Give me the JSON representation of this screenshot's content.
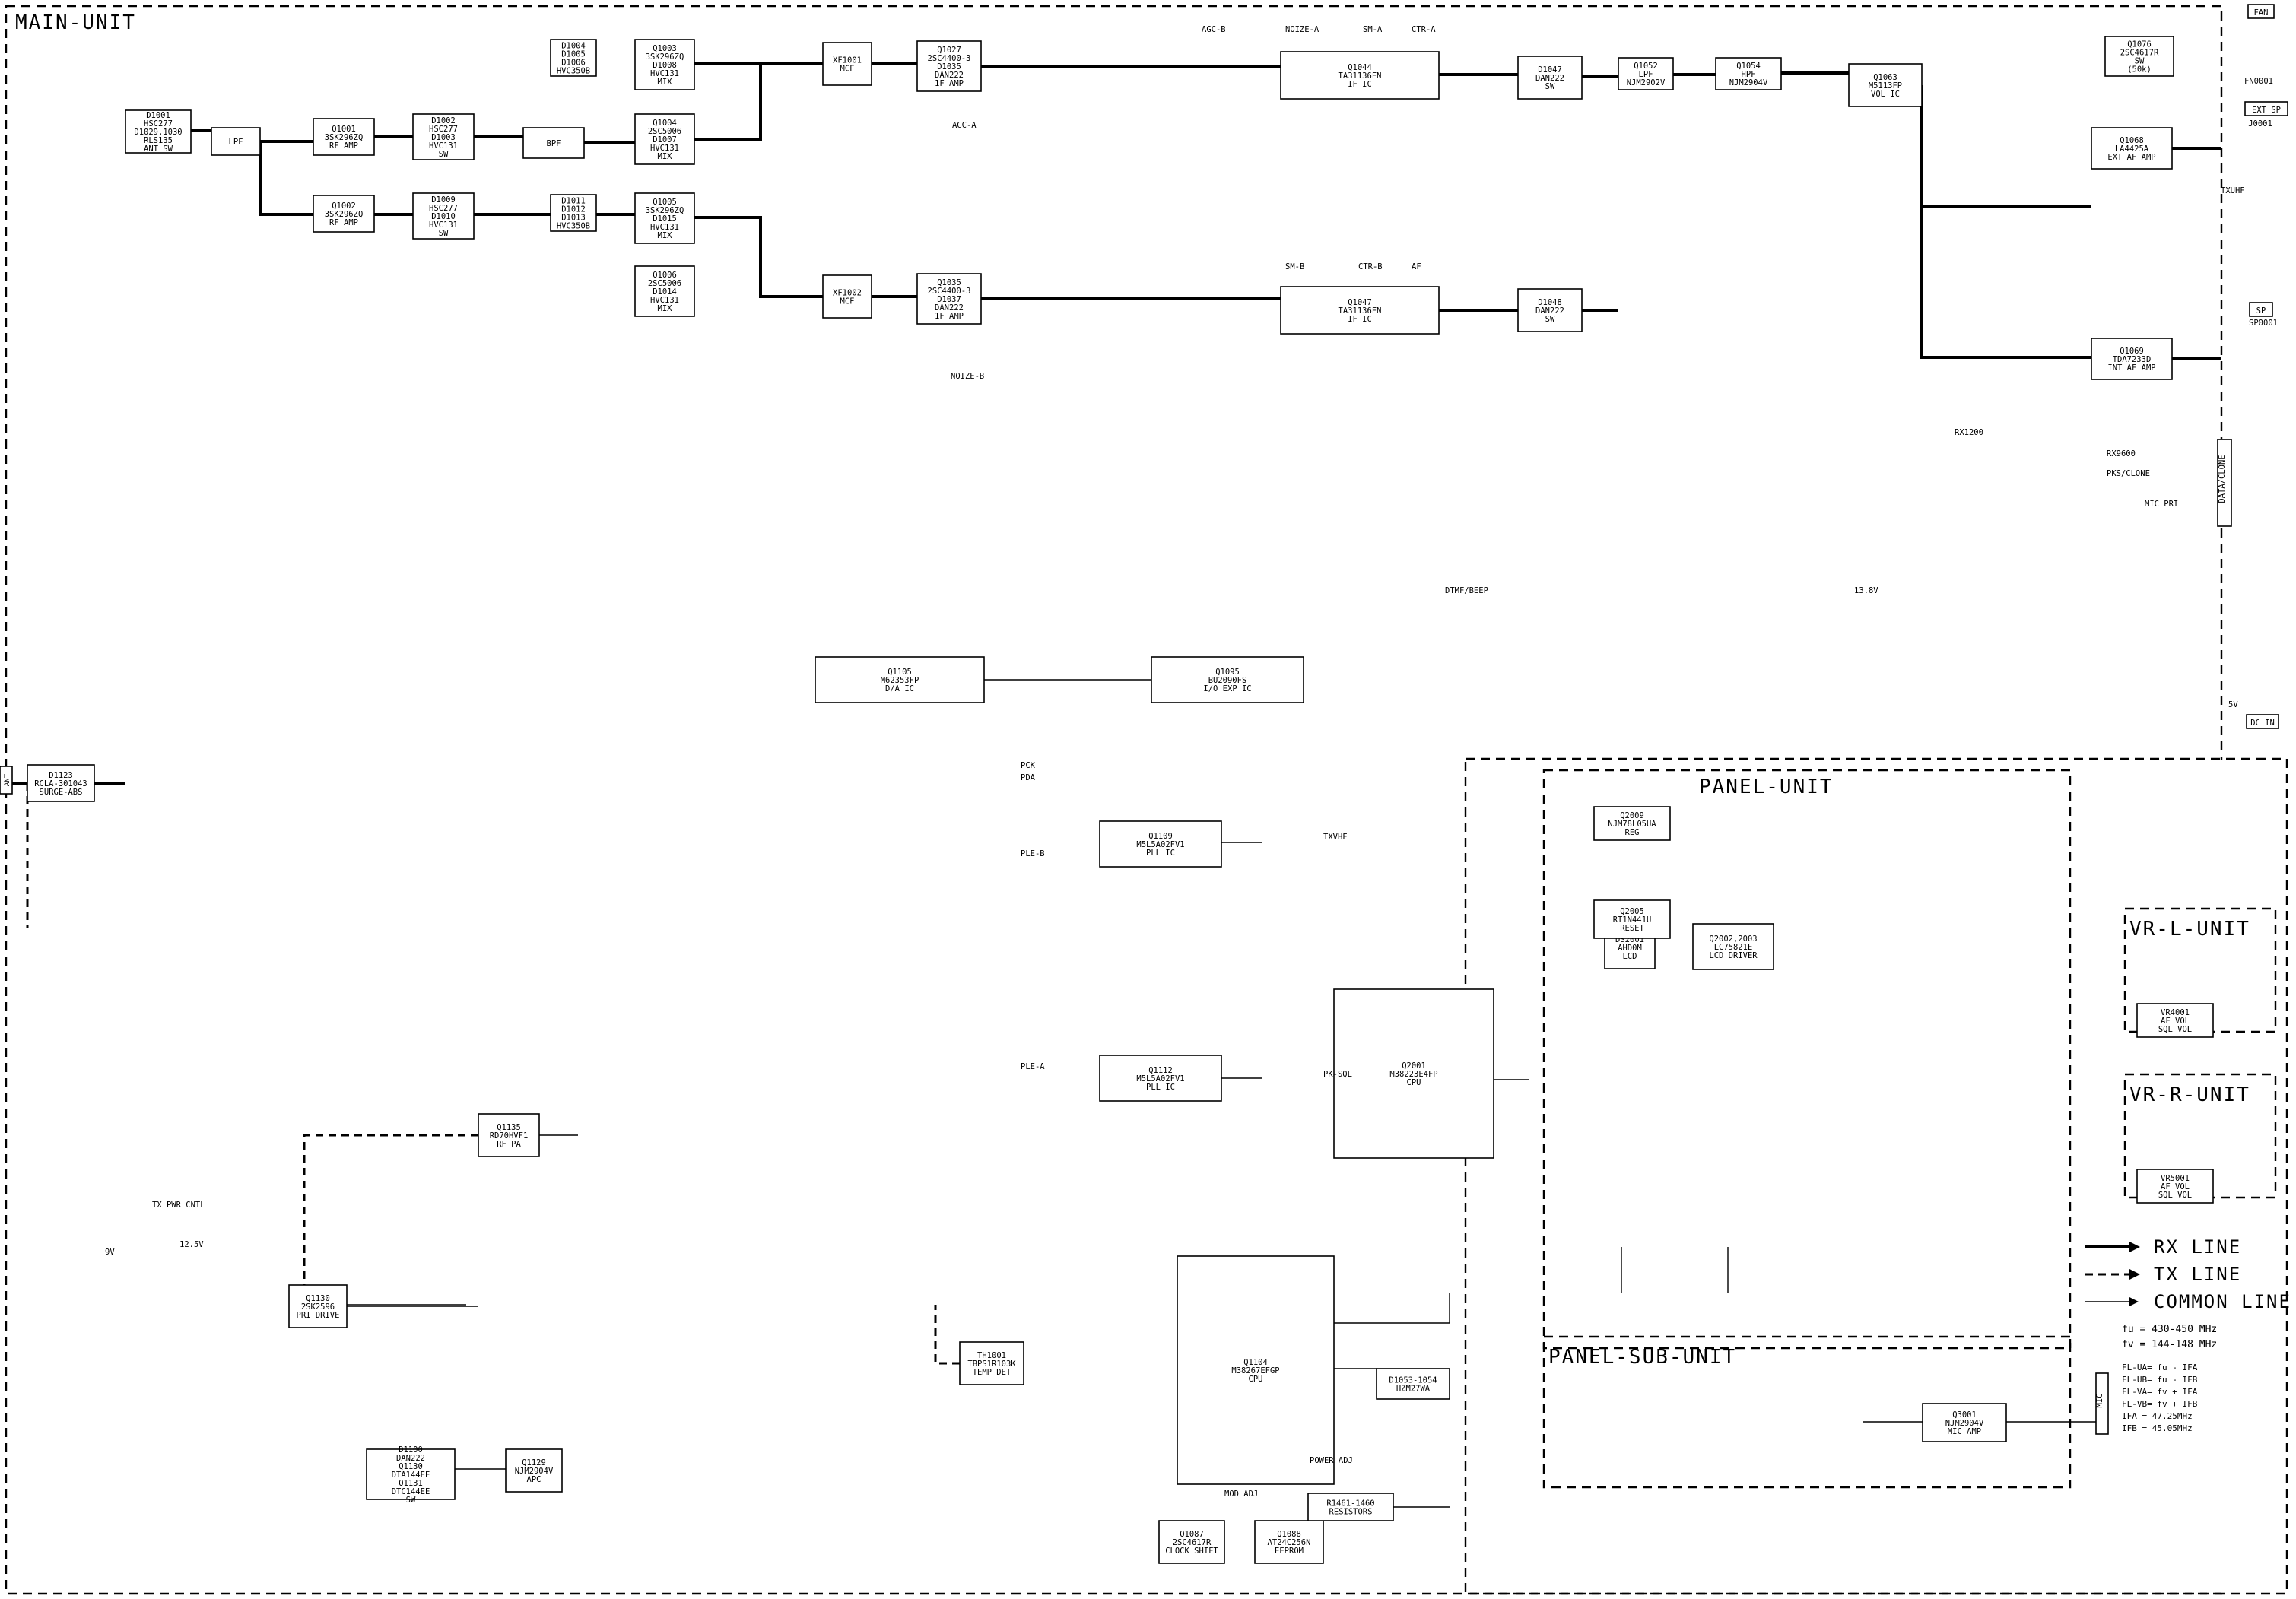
{
  "frames": {
    "main_unit": "MAIN-UNIT",
    "panel_unit": "PANEL-UNIT",
    "panel_sub_unit": "PANEL-SUB-UNIT",
    "vr_l_unit": "VR-L-UNIT",
    "vr_r_unit": "VR-R-UNIT"
  },
  "legend": {
    "rx_line": "RX LINE",
    "tx_line": "TX LINE",
    "common_line": "COMMON LINE",
    "notes": [
      "fu = 430-450 MHz",
      "fv = 144-148 MHz",
      "FL-UA= fu - IFA",
      "FL-UB= fu - IFB",
      "FL-VA= fv + IFA",
      "FL-VB= fv + IFB",
      "IFA = 47.25MHz",
      "IFB = 45.05MHz"
    ]
  },
  "connectors": {
    "ant": "ANT",
    "fan": "FAN",
    "fan_ref": "FN0001",
    "ext_sp": "EXT SP",
    "ext_sp_ref": "J0001",
    "sp": "SP",
    "sp_ref": "SP0001",
    "dc_in": "DC IN",
    "data_clone": "DATA/CLONE",
    "mic": "MIC"
  },
  "blocks": [
    {
      "lines": [
        "D1123",
        "RCLA-301043",
        "SURGE-ABS"
      ]
    },
    {
      "lines": [
        "D1001",
        "HSC277",
        "D1029,1030",
        "RLS135",
        "ANT SW"
      ]
    },
    {
      "lines": [
        "LPF"
      ]
    },
    {
      "lines": [
        "Q1001",
        "3SK296ZQ",
        "RF AMP"
      ]
    },
    {
      "lines": [
        "D1002",
        "HSC277",
        "D1003",
        "HVC131",
        "SW"
      ]
    },
    {
      "lines": [
        "BPF"
      ]
    },
    {
      "lines": [
        "D1004",
        "D1005",
        "D1006",
        "HVC350B"
      ]
    },
    {
      "lines": [
        "Q1003",
        "3SK296ZQ",
        "D1008",
        "HVC131",
        "MIX"
      ]
    },
    {
      "lines": [
        "Q1004",
        "2SC5006",
        "D1007",
        "HVC131",
        "MIX"
      ]
    },
    {
      "lines": [
        "Q1002",
        "3SK296ZQ",
        "RF AMP"
      ]
    },
    {
      "lines": [
        "D1009",
        "HSC277",
        "D1010",
        "HVC131",
        "SW"
      ]
    },
    {
      "lines": [
        "D1011",
        "D1012",
        "D1013",
        "HVC350B"
      ]
    },
    {
      "lines": [
        "Q1005",
        "3SK296ZQ",
        "D1015",
        "HVC131",
        "MIX"
      ]
    },
    {
      "lines": [
        "Q1006",
        "2SC5006",
        "D1014",
        "HVC131",
        "MIX"
      ]
    },
    {
      "lines": [
        "XF1001",
        "MCF"
      ]
    },
    {
      "lines": [
        "XF1002",
        "MCF"
      ]
    },
    {
      "lines": [
        "Q1027",
        "2SC4400-3",
        "D1035",
        "DAN222",
        "1F AMP"
      ]
    },
    {
      "lines": [
        "Q1035",
        "2SC4400-3",
        "D1037",
        "DAN222",
        "1F AMP"
      ]
    },
    {
      "lines": [
        "Q1044",
        "TA31136FN",
        "IF IC"
      ]
    },
    {
      "lines": [
        "Q1047",
        "TA31136FN",
        "IF IC"
      ]
    },
    {
      "lines": [
        "D1047",
        "DAN222",
        "SW"
      ]
    },
    {
      "lines": [
        "D1048",
        "DAN222",
        "SW"
      ]
    },
    {
      "lines": [
        "Q1052",
        "LPF",
        "NJM2902V"
      ]
    },
    {
      "lines": [
        "Q1054",
        "HPF",
        "NJM2904V"
      ]
    },
    {
      "lines": [
        "Q1063",
        "M5113FP",
        "VOL IC"
      ]
    },
    {
      "lines": [
        "Q1076",
        "2SC4617R",
        "SW",
        "(50k)"
      ]
    },
    {
      "lines": [
        "Q1068",
        "LA4425A",
        "EXT AF AMP"
      ]
    },
    {
      "lines": [
        "Q1069",
        "TDA7233D",
        "INT AF AMP"
      ]
    },
    {
      "lines": [
        "Q1104",
        "M38267EFGP",
        "CPU"
      ]
    },
    {
      "lines": [
        "Q2001",
        "M38223E4FP",
        "CPU"
      ]
    },
    {
      "lines": [
        "Q3001",
        "NJM2904V",
        "MIC AMP"
      ]
    },
    {
      "lines": [
        "Q1105",
        "M62353FP",
        "D/A IC"
      ]
    },
    {
      "lines": [
        "Q1095",
        "BU2090FS",
        "I/O EXP IC"
      ]
    },
    {
      "lines": [
        "Q1109",
        "M5L5A02FV1",
        "PLL IC"
      ]
    },
    {
      "lines": [
        "Q1112",
        "M5L5A02FV1",
        "PLL IC"
      ]
    },
    {
      "lines": [
        "Q1130",
        "2SK2596",
        "PRI DRIVE"
      ]
    },
    {
      "lines": [
        "Q1135",
        "RD70HVF1",
        "RF PA"
      ]
    },
    {
      "lines": [
        "Q1129",
        "NJM2904V",
        "APC"
      ]
    },
    {
      "lines": [
        "D1100",
        "DAN222",
        "Q1130",
        "DTA144EE",
        "Q1131",
        "DTC144EE",
        "SW"
      ]
    },
    {
      "lines": [
        "TH1001",
        "TBPS1R103K",
        "TEMP DET"
      ]
    },
    {
      "lines": [
        "Q1088",
        "AT24C256N",
        "EEPROM"
      ]
    },
    {
      "lines": [
        "Q1087",
        "2SC4617R",
        "CLOCK SHIFT"
      ]
    },
    {
      "lines": [
        "R1461-1460",
        "RESISTORS"
      ]
    },
    {
      "lines": [
        "D1053-1054",
        "HZM27WA"
      ]
    },
    {
      "lines": [
        "DS2001",
        "AHD0M",
        "LCD"
      ]
    },
    {
      "lines": [
        "Q2002,2003",
        "LC75821E",
        "LCD DRIVER"
      ]
    },
    {
      "lines": [
        "Q2009",
        "NJM78L05UA",
        "REG"
      ]
    },
    {
      "lines": [
        "Q2005",
        "RT1N441U",
        "RESET"
      ]
    },
    {
      "lines": [
        "VR4001",
        "AF VOL",
        "SQL VOL"
      ]
    },
    {
      "lines": [
        "VR5001",
        "AF VOL",
        "SQL VOL"
      ]
    }
  ],
  "signals": [
    "AGC-B",
    "AGC-A",
    "NOIZE-B",
    "NOIZE-A",
    "SM-B",
    "SM-A",
    "CTR-B",
    "CTR-A",
    "AF",
    "TXUHF",
    "TXVHF",
    "PK-SQL",
    "RX1200",
    "RX9600",
    "PKS/CLONE",
    "MIC PRI",
    "DTMF/BEEP",
    "13.8V",
    "5V",
    "9V",
    "12.5V",
    "TX PWR CNTL",
    "POWER ADJ",
    "MOD ADJ",
    "PCK",
    "PDA",
    "PLE-B",
    "PLE-A"
  ]
}
